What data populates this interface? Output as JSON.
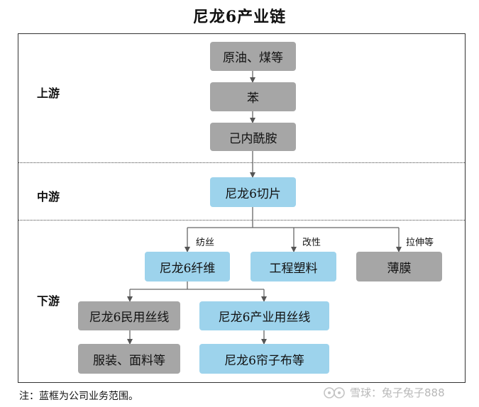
{
  "title": "尼龙6产业链",
  "stages": {
    "upstream": "上游",
    "midstream": "中游",
    "downstream": "下游"
  },
  "nodes": {
    "crude_coal": "原油、煤等",
    "benzene": "苯",
    "caprolactam": "己内酰胺",
    "nylon6_chips": "尼龙6切片",
    "nylon6_fiber": "尼龙6纤维",
    "engineering_plastics": "工程塑料",
    "film": "薄膜",
    "civil_yarn": "尼龙6民用丝线",
    "industrial_yarn": "尼龙6产业用丝线",
    "apparel_fabric": "服装、面料等",
    "tire_cord": "尼龙6帘子布等"
  },
  "edge_labels": {
    "spinning": "纺丝",
    "modification": "改性",
    "stretching": "拉伸等"
  },
  "note": "注：蓝框为公司业务范围。",
  "watermark": "雪球：兔子兔子888",
  "colors": {
    "highlight_box": "#9dd3ec",
    "standard_box": "#a6a6a6"
  }
}
